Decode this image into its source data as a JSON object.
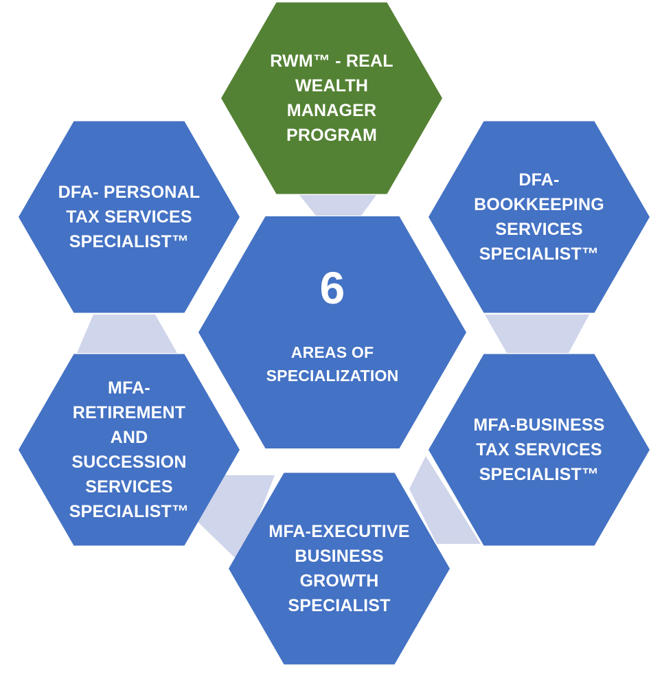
{
  "diagram": {
    "center": {
      "number": "6",
      "caption_lines": [
        "AREAS OF",
        "SPECIALIZATION"
      ]
    },
    "nodes": [
      {
        "id": "rwm",
        "lines": [
          "RWM™ - REAL",
          "WEALTH",
          "MANAGER",
          "PROGRAM"
        ],
        "color": "#548235"
      },
      {
        "id": "dfa-personal-tax",
        "lines": [
          "DFA- PERSONAL",
          "TAX SERVICES",
          "SPECIALIST™"
        ],
        "color": "#4472c4"
      },
      {
        "id": "dfa-bookkeeping",
        "lines": [
          "DFA-",
          "BOOKKEEPING",
          "SERVICES",
          "SPECIALIST™"
        ],
        "color": "#4472c4"
      },
      {
        "id": "mfa-retirement",
        "lines": [
          "MFA-",
          "RETIREMENT",
          "AND",
          "SUCCESSION",
          "SERVICES",
          "SPECIALIST™"
        ],
        "color": "#4472c4"
      },
      {
        "id": "mfa-business-tax",
        "lines": [
          "MFA-BUSINESS",
          "TAX SERVICES",
          "SPECIALIST™"
        ],
        "color": "#4472c4"
      },
      {
        "id": "mfa-executive",
        "lines": [
          "MFA-EXECUTIVE",
          "BUSINESS",
          "GROWTH",
          "SPECIALIST"
        ],
        "color": "#4472c4"
      }
    ],
    "colors": {
      "center": "#4472c4",
      "connector": "#cfd5ea",
      "text": "#ffffff"
    }
  }
}
